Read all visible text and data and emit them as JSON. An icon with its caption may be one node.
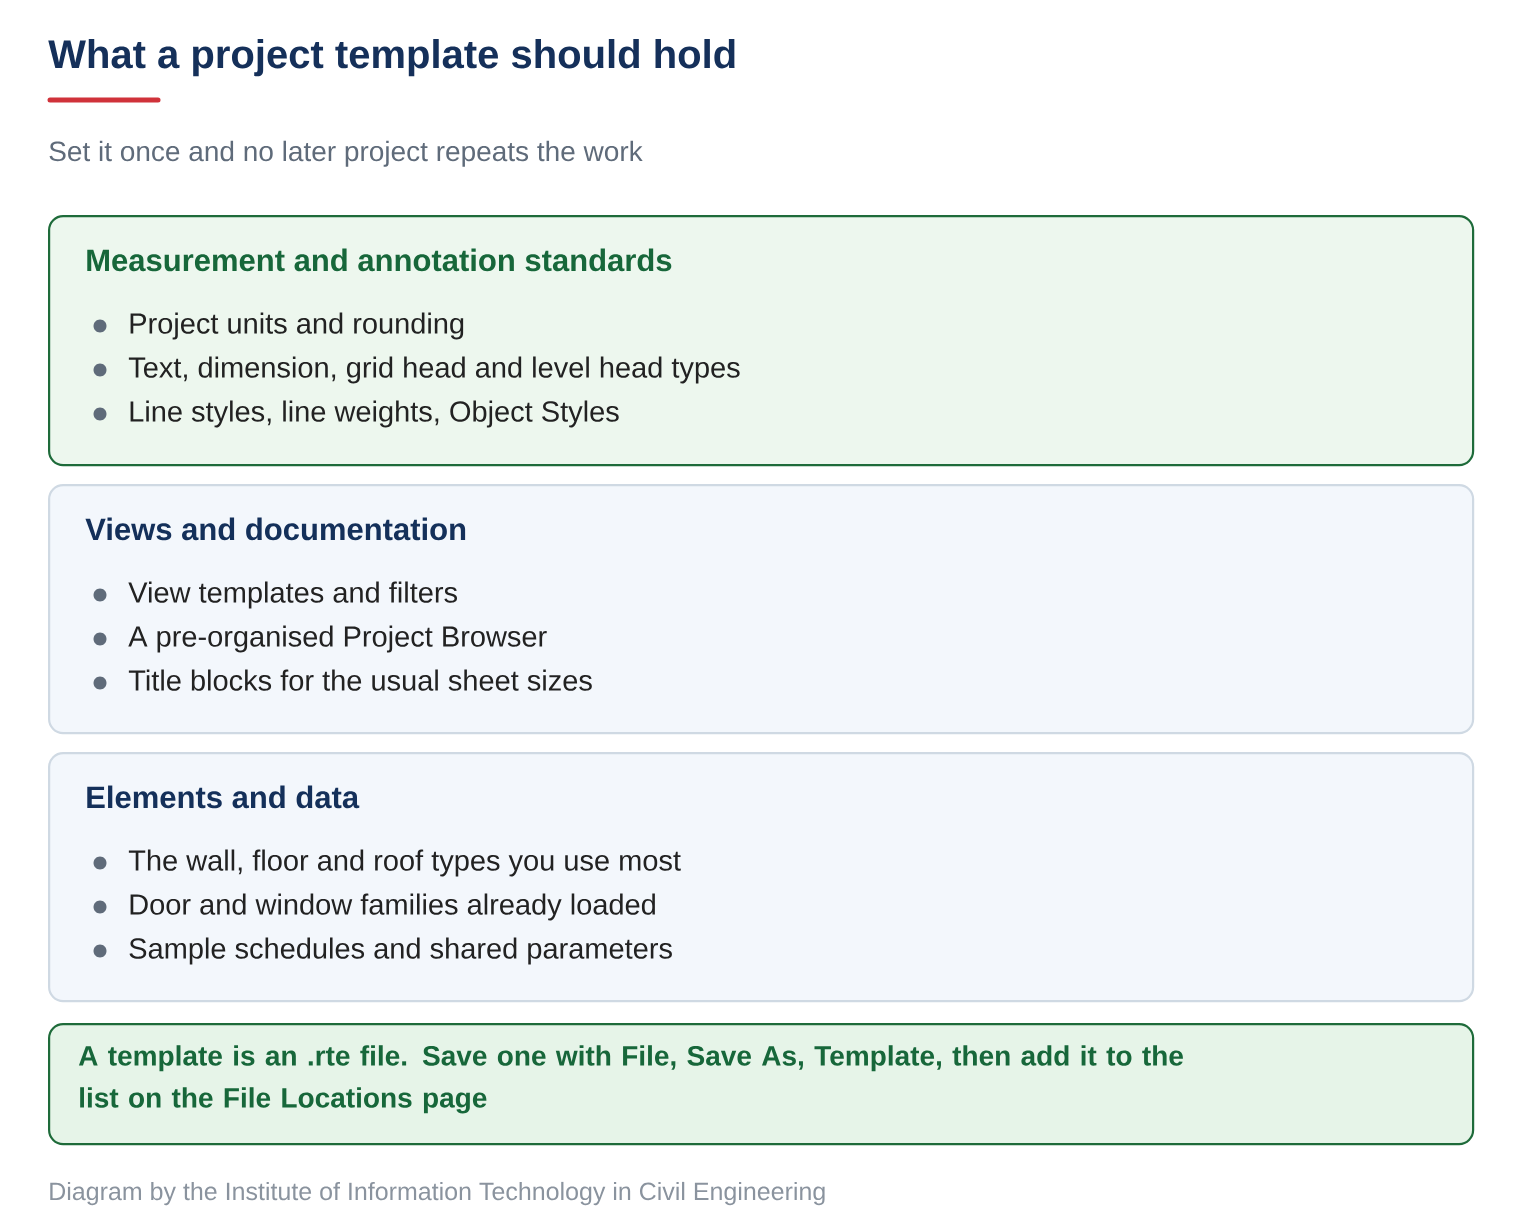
{
  "diagram": {
    "title": "What a project template should hold",
    "caption": "Diagram by the Institute of Information Technology in Civil Engineering",
    "labels": [
      "Set it once and no later project repeats the work"
    ],
    "nodes": [
      {
        "text": [
          "Measurement and annotation standards",
          "Project units and rounding",
          "Text, dimension, grid head and level head types",
          "Line styles, line weights, Object Styles"
        ]
      },
      {
        "text": [
          "Views and documentation",
          "View templates and filters",
          "A pre-organised Project Browser",
          "Title blocks for the usual sheet sizes"
        ]
      },
      {
        "text": [
          "Elements and data",
          "The wall, floor and roof types you use most",
          "Door and window families already loaded",
          "Sample schedules and shared parameters"
        ]
      },
      {
        "text": [
          "A template is an .rte file. Save one with File, Save As, Template, then add it to the list on the File Locations page"
        ]
      }
    ]
  }
}
